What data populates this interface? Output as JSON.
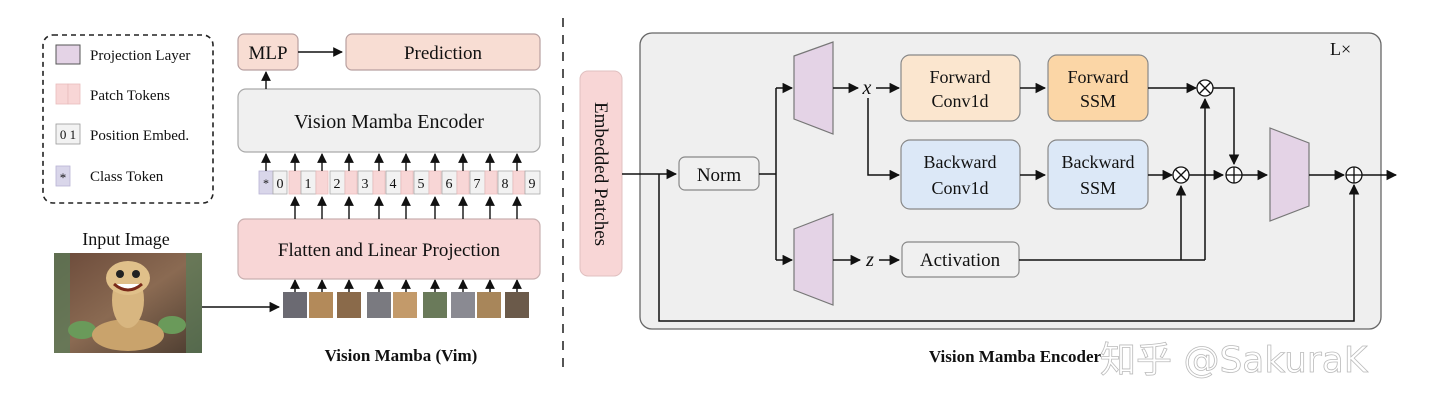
{
  "legend": {
    "projection_layer": "Projection Layer",
    "patch_tokens": "Patch Tokens",
    "position_embed": "Position Embed.",
    "position_embed_digits": "0 1",
    "class_token": "Class Token",
    "class_token_symbol": "*"
  },
  "left": {
    "input_image_label": "Input Image",
    "mlp": "MLP",
    "prediction": "Prediction",
    "encoder": "Vision Mamba Encoder",
    "flatten": "Flatten and Linear Projection",
    "title": "Vision Mamba (Vim)",
    "position_tokens": [
      "*",
      "0",
      "1",
      "2",
      "3",
      "4",
      "5",
      "6",
      "7",
      "8",
      "9"
    ]
  },
  "right": {
    "embedded_patches": "Embedded Patches",
    "repeat": "L×",
    "norm": "Norm",
    "x": "x",
    "z": "z",
    "forward_conv_1": "Forward",
    "forward_conv_2": "Conv1d",
    "forward_ssm_1": "Forward",
    "forward_ssm_2": "SSM",
    "backward_conv_1": "Backward",
    "backward_conv_2": "Conv1d",
    "backward_ssm_1": "Backward",
    "backward_ssm_2": "SSM",
    "activation": "Activation",
    "multiply": "⊗",
    "add": "⊕",
    "title": "Vision Mamba Encoder"
  },
  "watermark": "知乎 @SakuraK",
  "colors": {
    "projection_fill": "#e4d3e6",
    "patch_token_fill": "#f8d6d6",
    "prediction_fill": "#f8ddd3",
    "encoder_fill": "#f0f0f0",
    "forward_fill": "#fbe6cf",
    "forward_ssm_fill": "#fbd6a6",
    "backward_fill": "#dce8f7",
    "panel_fill": "#efefef"
  }
}
